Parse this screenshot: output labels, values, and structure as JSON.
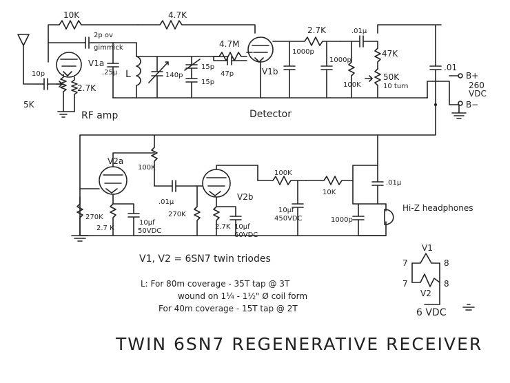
{
  "title": "TWIN 6SN7 REGENERATIVE RECEIVER",
  "sections": {
    "rf_amp": "RF amp",
    "detector": "Detector",
    "headphones": "Hi-Z headphones"
  },
  "tubes": {
    "v1a": "V1a",
    "v1b": "V1b",
    "v2a": "V2a",
    "v2b": "V2b"
  },
  "components": {
    "r_10k_top": "10K",
    "r_47k_top": "4.7K",
    "c_2p": "2p ov",
    "c_gimmick": "gimmick",
    "c_10p_in": "10p",
    "pot_5k_rf": "5K",
    "r_27k_rf": "2.7K",
    "c_025": ".25μ",
    "coil_l": "L",
    "c_140p": "140p",
    "c_15p_a": "15p",
    "c_15p_b": "15p",
    "r_47m": "4.7M",
    "c_47p": "47p",
    "c_1000p_det": "1000p",
    "r_27k_det": "2.7K",
    "c_1000p_b": "1000p",
    "c_01_det": ".01μ",
    "r_47k_det": "47K",
    "r_100k_det": "100K",
    "pot_50k": "50K",
    "pot_50k_note": "10 turn",
    "c_01_supply": ".01",
    "supply_bplus": "B+",
    "supply_voltage": "260",
    "supply_vdc": "VDC",
    "supply_bminus": "B−",
    "r_100k_v2a_plate": "100K",
    "c_01_coupling": ".01μ",
    "r_270k_v2a": "270K",
    "r_27k_v2a_cath": "2.7 K",
    "c_10u_v2a": "10μf",
    "c_10u_v2a_v": "50VDC",
    "r_270k_v2b": "270K",
    "r_27k_v2b_cath": "2.7K",
    "c_10u_v2b": "10μf",
    "c_10u_v2b_v": "60VDC",
    "r_100k_v2b": "100K",
    "r_10k_v2b": "10K",
    "c_10u_450": "10μf",
    "c_10u_450_v": "450VDC",
    "c_1000p_out": "1000p",
    "c_01_out": ".01μ"
  },
  "notes": {
    "tubes_line": "V1, V2 =   6SN7 twin triodes",
    "coil_line1": "L:  For 80m coverage - 35T tap @ 3T",
    "coil_line2": "wound on 1¼ - 1½\" Ø coil form",
    "coil_line3": "For 40m coverage - 15T tap @ 2T"
  },
  "heater": {
    "v1": "V1",
    "v2": "V2",
    "pin7_top": "7",
    "pin8_top": "8",
    "pin7_bot": "7",
    "pin8_bot": "8",
    "supply": "6 VDC"
  }
}
